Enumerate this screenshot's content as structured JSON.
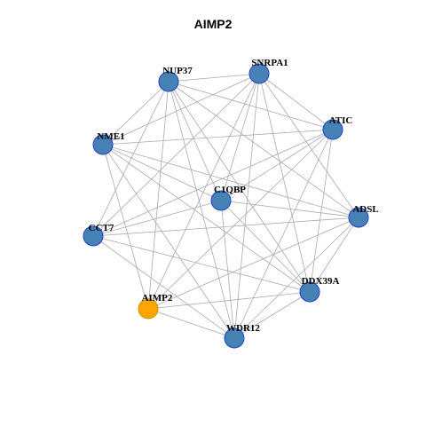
{
  "title": "AIMP2",
  "colors": {
    "node_fill": "#4682b4",
    "node_stroke": "#1f3fcf",
    "highlight_fill": "#ffa500",
    "highlight_stroke": "#c8960a",
    "edge": "#aaaaaa"
  },
  "nodes": [
    {
      "id": "NUP37",
      "label": "NUP37",
      "highlight": false
    },
    {
      "id": "SNRPA1",
      "label": "SNRPA1",
      "highlight": false
    },
    {
      "id": "ATIC",
      "label": "ATIC",
      "highlight": false
    },
    {
      "id": "NME1",
      "label": "NME1",
      "highlight": false
    },
    {
      "id": "C1QBP",
      "label": "C1QBP",
      "highlight": false
    },
    {
      "id": "ADSL",
      "label": "ADSL",
      "highlight": false
    },
    {
      "id": "CCT7",
      "label": "CCT7",
      "highlight": false
    },
    {
      "id": "DDX39A",
      "label": "DDX39A",
      "highlight": false
    },
    {
      "id": "AIMP2",
      "label": "AIMP2",
      "highlight": true
    },
    {
      "id": "WDR12",
      "label": "WDR12",
      "highlight": false
    }
  ],
  "edges": [
    [
      "NUP37",
      "SNRPA1"
    ],
    [
      "NUP37",
      "NME1"
    ],
    [
      "NUP37",
      "CCT7"
    ],
    [
      "NUP37",
      "AIMP2"
    ],
    [
      "NUP37",
      "WDR12"
    ],
    [
      "NUP37",
      "DDX39A"
    ],
    [
      "NUP37",
      "ADSL"
    ],
    [
      "NUP37",
      "ATIC"
    ],
    [
      "NUP37",
      "C1QBP"
    ],
    [
      "SNRPA1",
      "ATIC"
    ],
    [
      "SNRPA1",
      "ADSL"
    ],
    [
      "SNRPA1",
      "DDX39A"
    ],
    [
      "SNRPA1",
      "WDR12"
    ],
    [
      "SNRPA1",
      "AIMP2"
    ],
    [
      "SNRPA1",
      "CCT7"
    ],
    [
      "SNRPA1",
      "NME1"
    ],
    [
      "SNRPA1",
      "C1QBP"
    ],
    [
      "ATIC",
      "NME1"
    ],
    [
      "ATIC",
      "CCT7"
    ],
    [
      "ATIC",
      "AIMP2"
    ],
    [
      "ATIC",
      "WDR12"
    ],
    [
      "ATIC",
      "DDX39A"
    ],
    [
      "ATIC",
      "C1QBP"
    ],
    [
      "NME1",
      "ADSL"
    ],
    [
      "NME1",
      "DDX39A"
    ],
    [
      "NME1",
      "WDR12"
    ],
    [
      "NME1",
      "AIMP2"
    ],
    [
      "NME1",
      "C1QBP"
    ],
    [
      "C1QBP",
      "ADSL"
    ],
    [
      "C1QBP",
      "CCT7"
    ],
    [
      "C1QBP",
      "WDR12"
    ],
    [
      "C1QBP",
      "DDX39A"
    ],
    [
      "ADSL",
      "CCT7"
    ],
    [
      "ADSL",
      "AIMP2"
    ],
    [
      "ADSL",
      "WDR12"
    ],
    [
      "ADSL",
      "DDX39A"
    ],
    [
      "CCT7",
      "DDX39A"
    ],
    [
      "CCT7",
      "WDR12"
    ],
    [
      "DDX39A",
      "AIMP2"
    ],
    [
      "DDX39A",
      "WDR12"
    ],
    [
      "AIMP2",
      "WDR12"
    ]
  ]
}
